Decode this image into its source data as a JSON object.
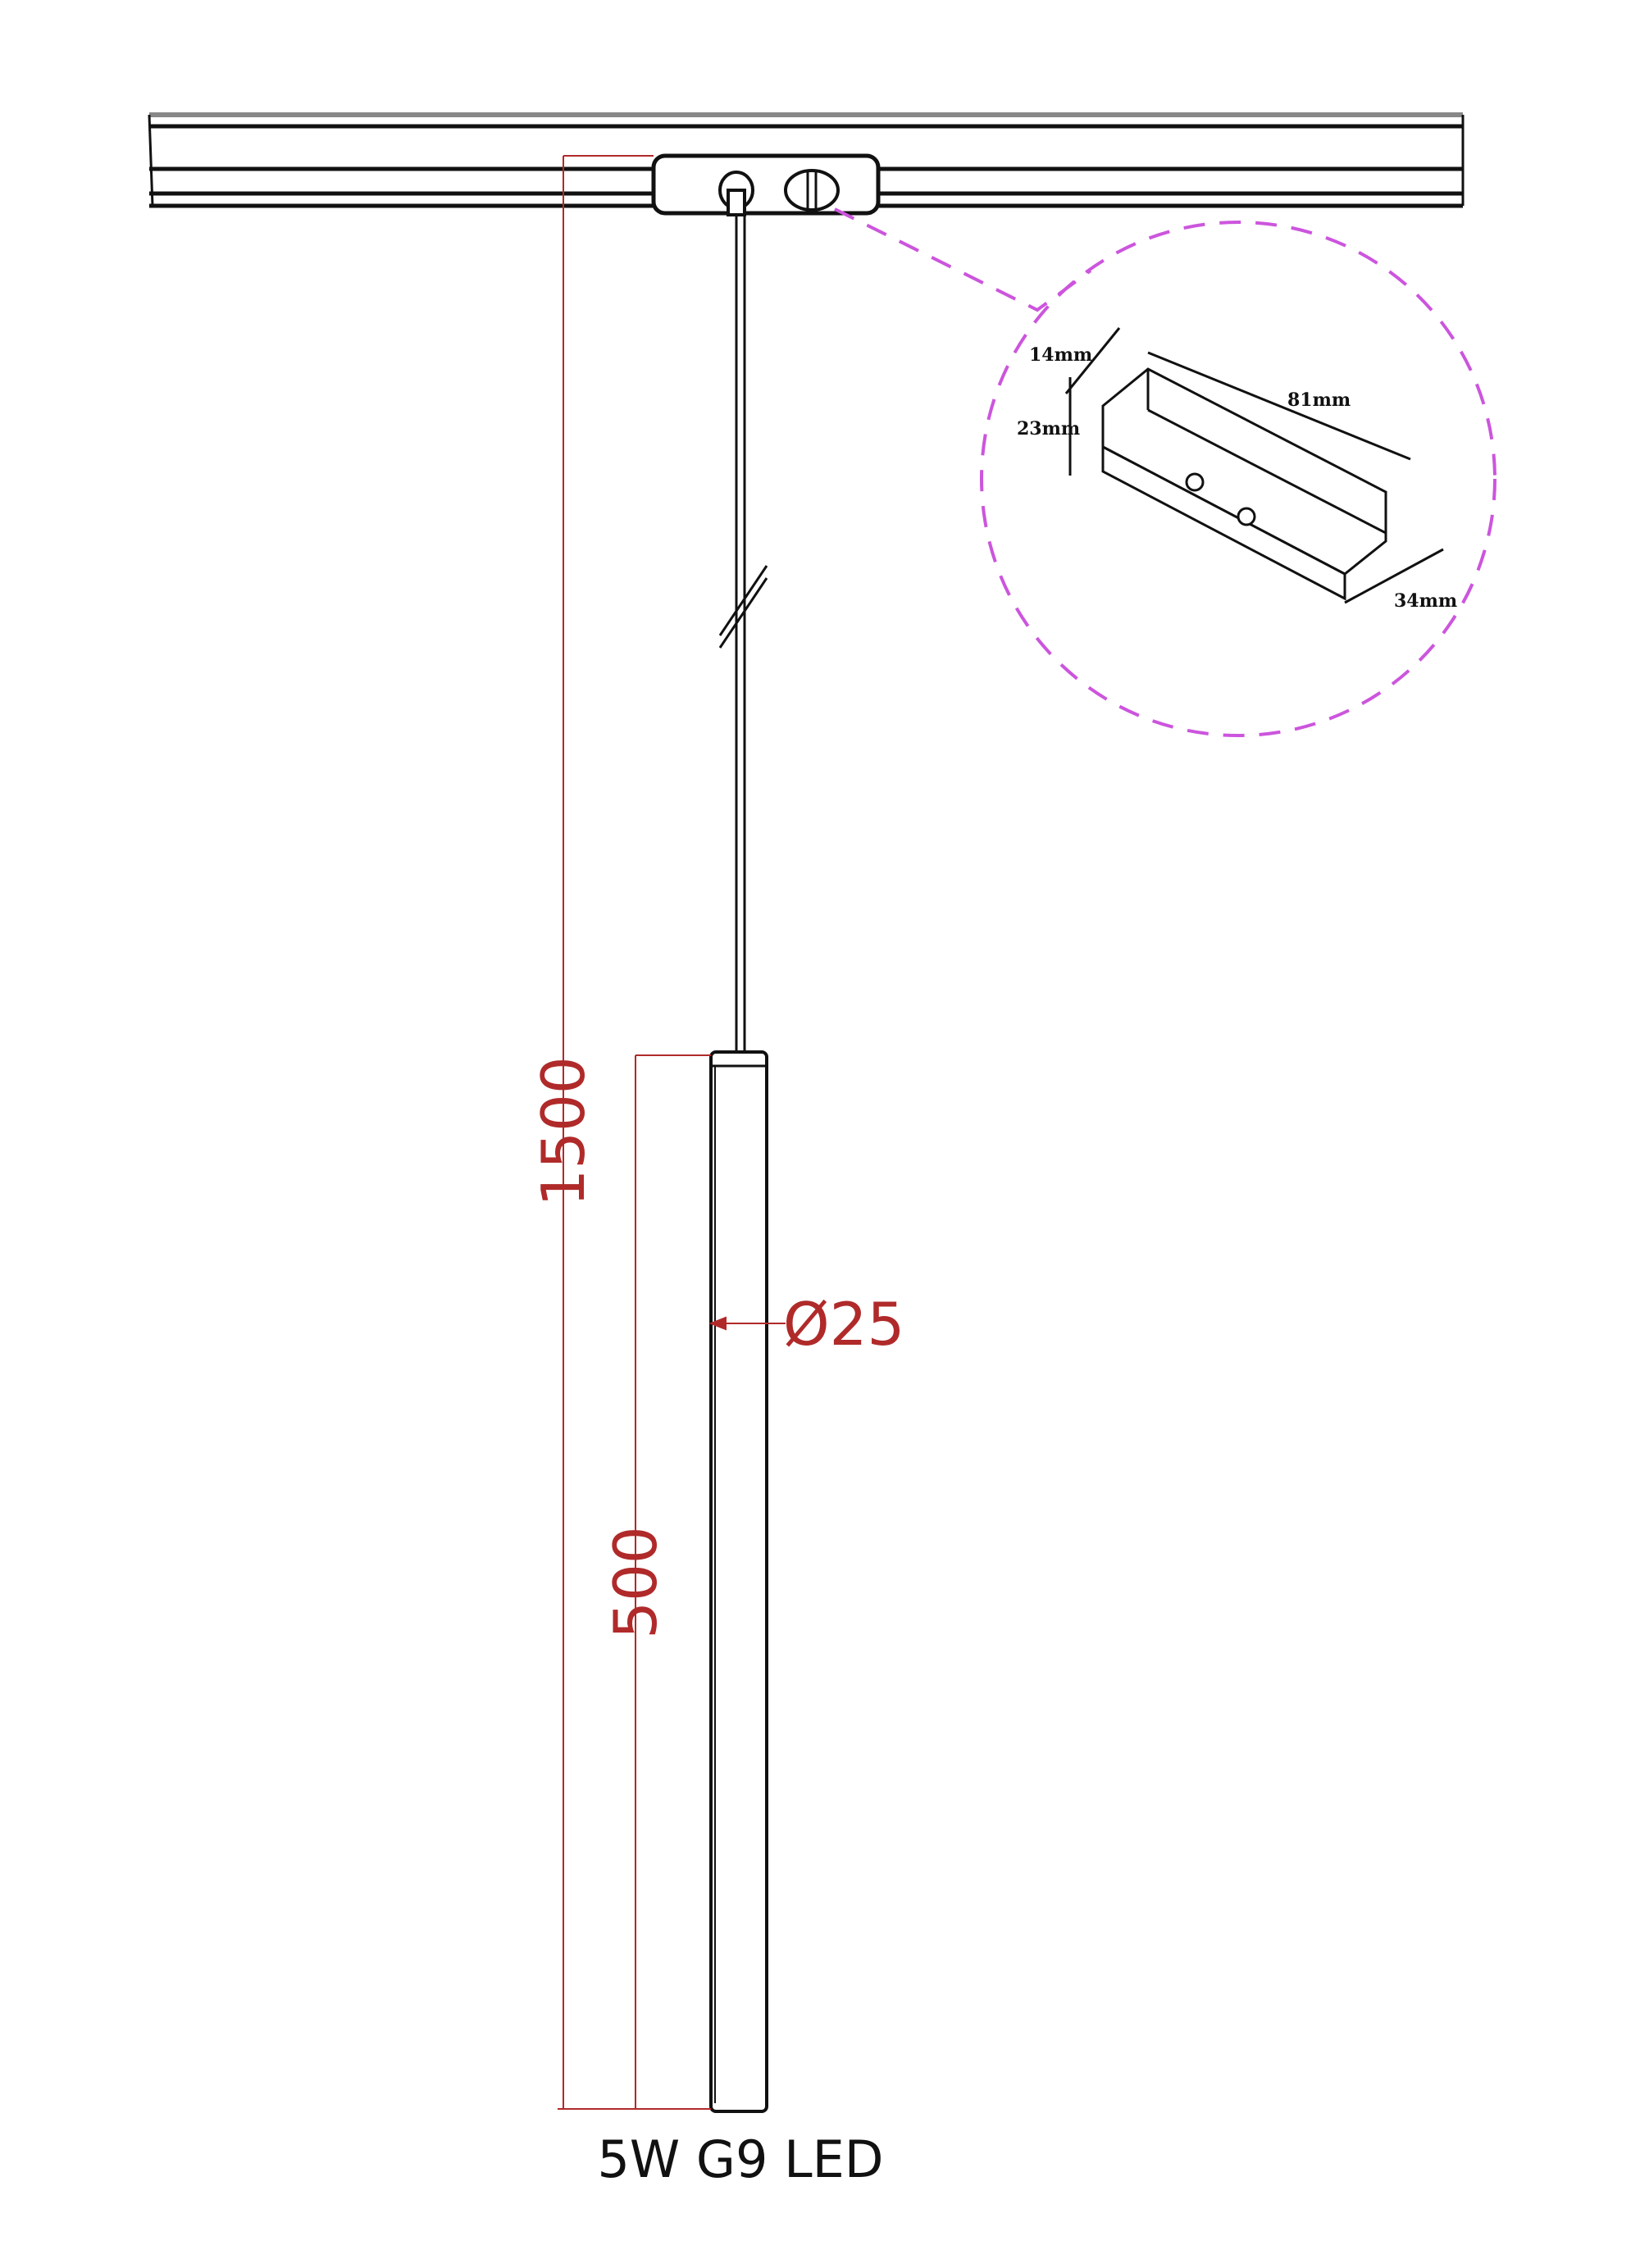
{
  "dimensions": {
    "total_height": "1500",
    "lamp_length": "500",
    "diameter": "Ø25"
  },
  "detail": {
    "width": "14mm",
    "height": "23mm",
    "length": "81mm",
    "depth": "34mm"
  },
  "caption": "5W G9 LED",
  "colors": {
    "dimension": "#b02a2a",
    "callout": "#cc55dd",
    "line": "#111111"
  }
}
